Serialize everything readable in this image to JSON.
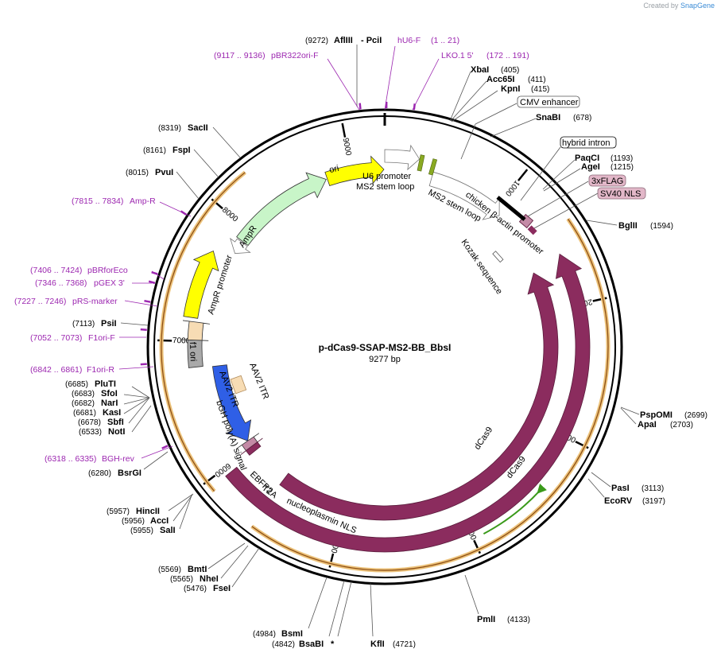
{
  "branding": {
    "prefix": "Created by",
    "name": "SnapGene"
  },
  "plasmid": {
    "name": "p-dCas9-SSAP-MS2-BB_BbsI",
    "size": "9277 bp"
  },
  "colors": {
    "backbone": "#000000",
    "primer": "#9c27b0",
    "orf": "#8b2c5e",
    "ori": "#ffff00",
    "ampr": "#c8f5c8",
    "ebfp2": "#2f5fe6",
    "itr": "#f7dcb4",
    "polyA": "#a9a9a9",
    "tag": "#c48aa6",
    "leader": "#555555",
    "orange_band": "#ecc27a"
  },
  "ticks": [
    "1000",
    "2000",
    "3000",
    "4000",
    "5000",
    "6000",
    "7000",
    "8000",
    "9000"
  ],
  "enzymes": [
    {
      "name": "AflIII",
      "pos": "(9272)",
      "extra": "- PciI"
    },
    {
      "name": "XbaI",
      "pos": "(405)"
    },
    {
      "name": "Acc65I",
      "pos": "(411)"
    },
    {
      "name": "KpnI",
      "pos": "(415)"
    },
    {
      "name": "SnaBI",
      "pos": "(678)"
    },
    {
      "name": "PaqCI",
      "pos": "(1193)"
    },
    {
      "name": "AgeI",
      "pos": "(1215)"
    },
    {
      "name": "BglII",
      "pos": "(1594)"
    },
    {
      "name": "PspOMI",
      "pos": "(2699)"
    },
    {
      "name": "ApaI",
      "pos": "(2703)"
    },
    {
      "name": "PasI",
      "pos": "(3113)"
    },
    {
      "name": "EcoRV",
      "pos": "(3197)"
    },
    {
      "name": "PmlI",
      "pos": "(4133)"
    },
    {
      "name": "KflI",
      "pos": "(4721)"
    },
    {
      "name": "BsaBI",
      "pos": "(4842)",
      "extra": "*"
    },
    {
      "name": "BsmI",
      "pos": "(4984)"
    },
    {
      "name": "FseI",
      "pos": "(5476)"
    },
    {
      "name": "NheI",
      "pos": "(5565)"
    },
    {
      "name": "BmtI",
      "pos": "(5569)"
    },
    {
      "name": "SalI",
      "pos": "(5955)"
    },
    {
      "name": "AccI",
      "pos": "(5956)"
    },
    {
      "name": "HincII",
      "pos": "(5957)"
    },
    {
      "name": "BsrGI",
      "pos": "(6280)"
    },
    {
      "name": "NotI",
      "pos": "(6533)"
    },
    {
      "name": "SbfI",
      "pos": "(6678)"
    },
    {
      "name": "KasI",
      "pos": "(6681)"
    },
    {
      "name": "NarI",
      "pos": "(6682)"
    },
    {
      "name": "SfoI",
      "pos": "(6683)"
    },
    {
      "name": "PluTI",
      "pos": "(6685)"
    },
    {
      "name": "PsiI",
      "pos": "(7113)"
    },
    {
      "name": "PvuI",
      "pos": "(8015)"
    },
    {
      "name": "FspI",
      "pos": "(8161)"
    },
    {
      "name": "SacII",
      "pos": "(8319)"
    }
  ],
  "primers": [
    {
      "name": "hU6-F",
      "range": "(1 .. 21)"
    },
    {
      "name": "LKO.1 5'",
      "range": "(172 .. 191)"
    },
    {
      "name": "pBR322ori-F",
      "range": "(9117 .. 9136)"
    },
    {
      "name": "Amp-R",
      "range": "(7815 .. 7834)"
    },
    {
      "name": "pBRforEco",
      "range": "(7406 .. 7424)"
    },
    {
      "name": "pGEX 3'",
      "range": "(7346 .. 7368)"
    },
    {
      "name": "pRS-marker",
      "range": "(7227 .. 7246)"
    },
    {
      "name": "F1ori-F",
      "range": "(7052 .. 7073)"
    },
    {
      "name": "F1ori-R",
      "range": "(6842 .. 6861)"
    },
    {
      "name": "BGH-rev",
      "range": "(6318 .. 6335)"
    }
  ],
  "boxed_labels": {
    "cmv": "CMV enhancer",
    "hybrid": "hybrid intron",
    "flag": "3xFLAG",
    "sv40": "SV40 NLS"
  },
  "features": {
    "ori": "ori",
    "u6": "U6 promoter",
    "ms2_a": "MS2 stem loop",
    "ms2_b": "MS2 stem loop",
    "chicken": "chicken β-actin promoter",
    "kozak": "Kozak sequence",
    "dcas9_inner": "dCas9",
    "dcas9_outer": "dCas9",
    "nucleoplasmin": "nucleoplasmin NLS",
    "t2a": "T2A",
    "ebfp2": "EBFP2",
    "bgh": "bGH poly(A) signal",
    "itr1": "AAV2 ITR",
    "itr2": "AAV2 ITR",
    "f1ori": "f1 ori",
    "ampr_promoter": "AmpR promoter",
    "ampr": "AmpR"
  }
}
